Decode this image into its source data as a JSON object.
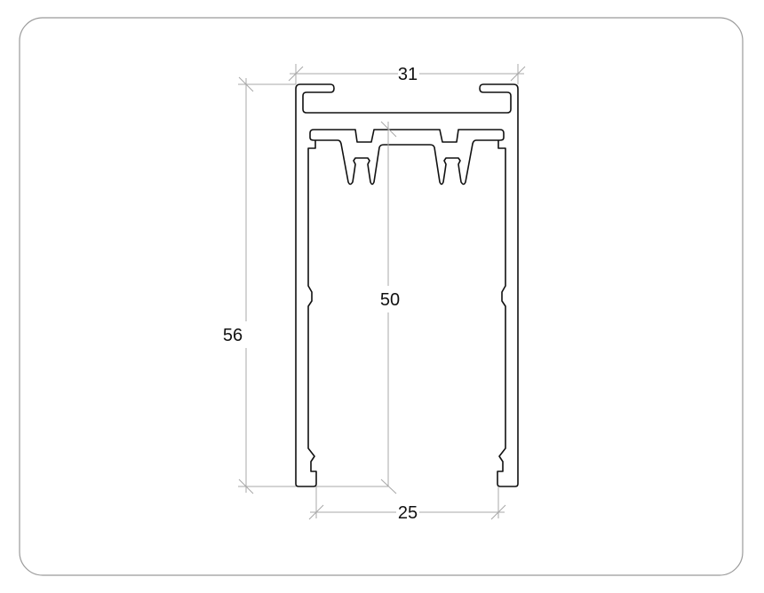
{
  "drawing": {
    "dimensions": {
      "total_width": "31",
      "total_height": "56",
      "inner_height": "50",
      "inner_width": "25"
    },
    "colors": {
      "profile_line": "#111111",
      "dimension_line": "#a8a8a8",
      "frame": "#9a9a9a"
    }
  }
}
